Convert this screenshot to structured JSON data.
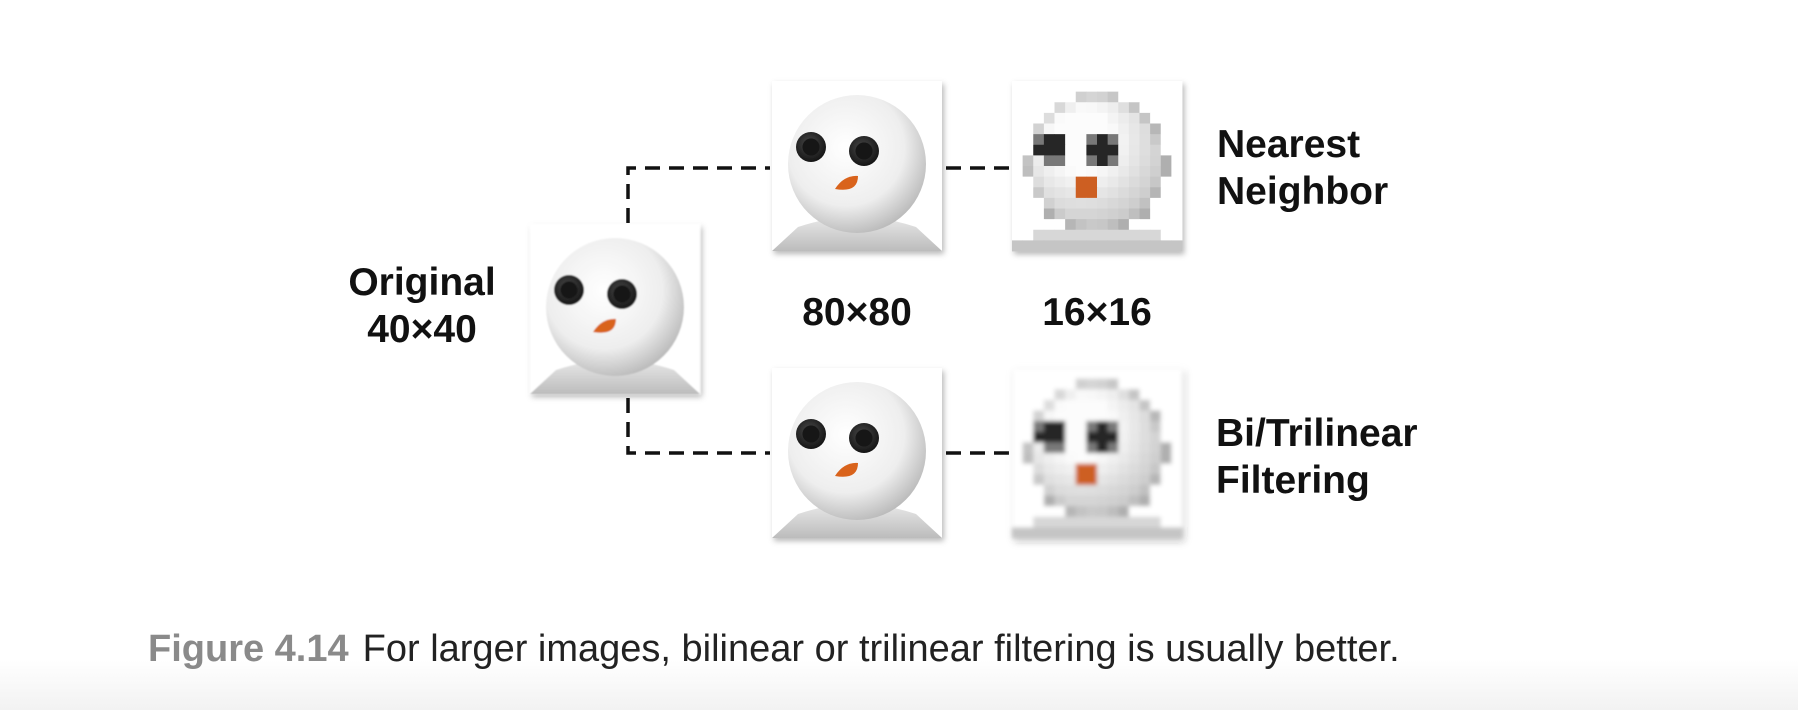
{
  "labels": {
    "original_line1": "Original",
    "original_line2": "40×40",
    "size_80": "80×80",
    "size_16": "16×16",
    "nearest_line1": "Nearest",
    "nearest_line2": "Neighbor",
    "bilinear_line1": "Bi/Trilinear",
    "bilinear_line2": "Filtering"
  },
  "caption": {
    "figure_number": "Figure 4.14",
    "text": "For larger images, bilinear or trilinear filtering is usually better."
  },
  "colors": {
    "line": "#111111",
    "eye": "#2b2b2b",
    "nose": "#d9631c",
    "caption_number": "#8a8a8a"
  }
}
